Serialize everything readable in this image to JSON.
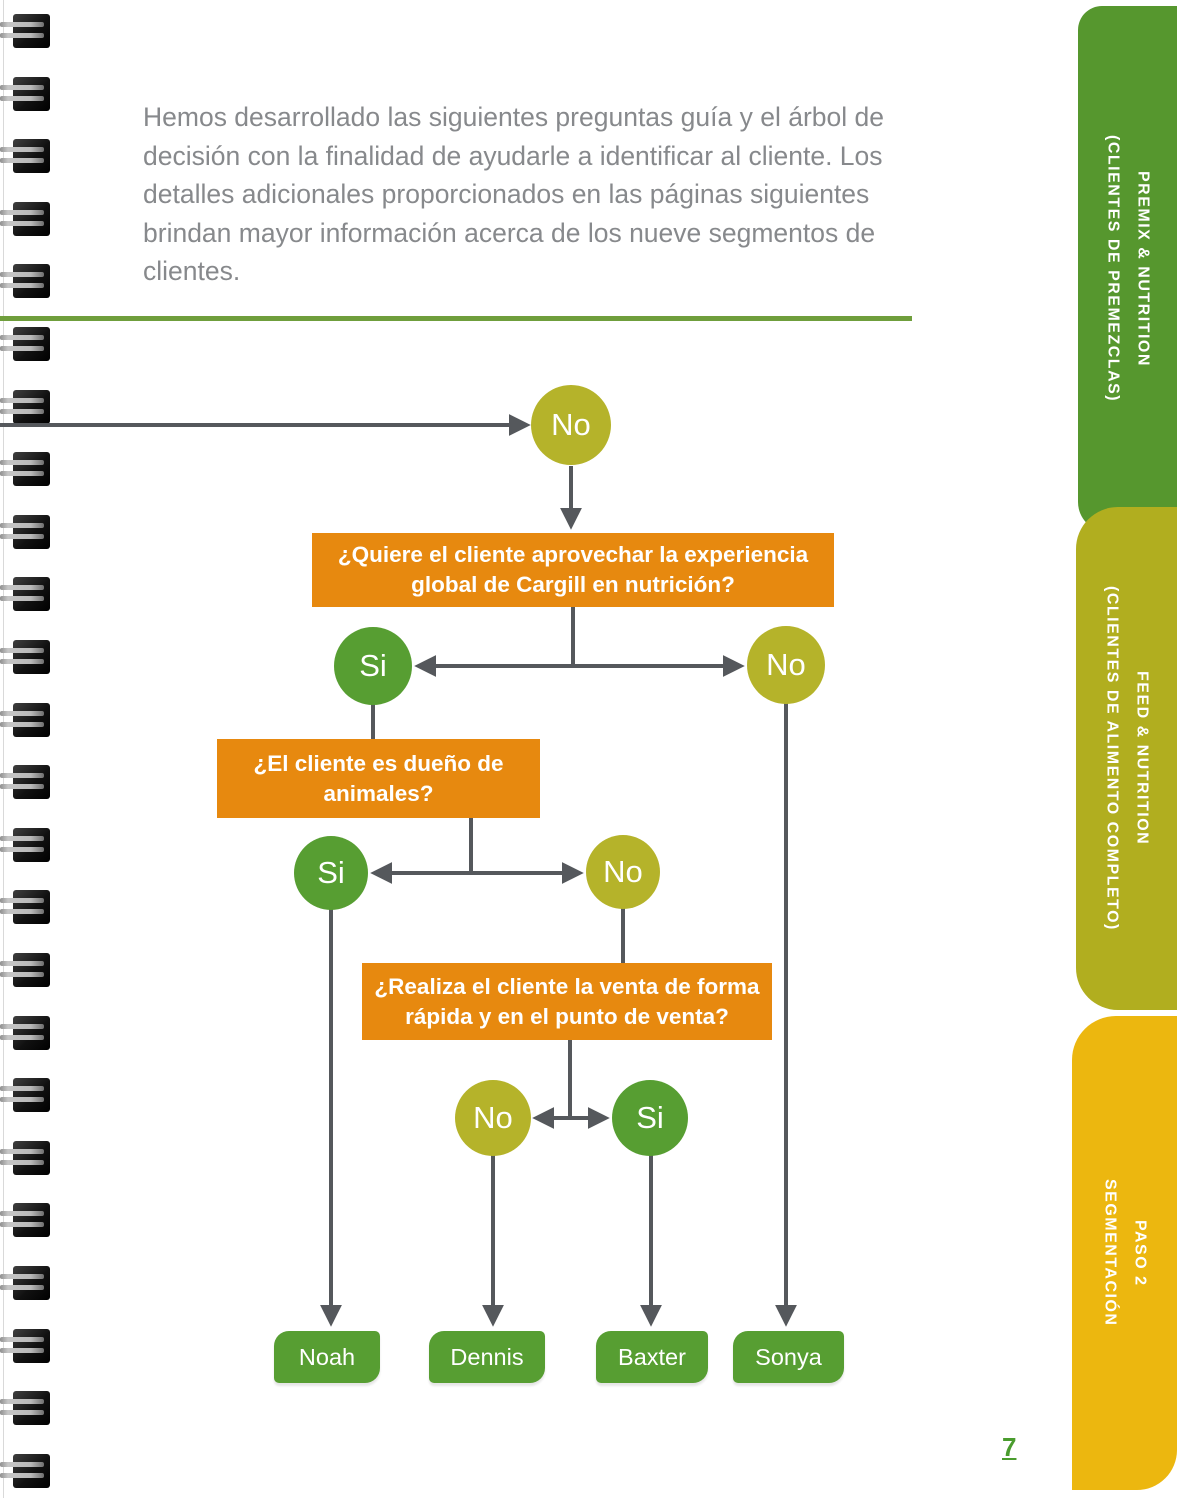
{
  "page": {
    "intro_text": "Hemos desarrollado las siguientes preguntas guía y el árbol de decisión con la finalidad de ayudarle a identificar al cliente. Los detalles adicionales proporcionados en las páginas siguientes brindan mayor información acerca de los nueve segmentos de clientes.",
    "page_number": "7"
  },
  "flowchart": {
    "entry_answer": "No",
    "q1": {
      "line1": "¿Quiere el cliente aprovechar la experiencia",
      "line2": "global de Cargill en nutrición?",
      "yes": "Si",
      "no": "No"
    },
    "q2": {
      "line1": "¿El cliente es dueño de",
      "line2": "animales?",
      "yes": "Si",
      "no": "No"
    },
    "q3": {
      "line1": "¿Realiza el cliente la venta de forma",
      "line2": "rápida y en el punto de venta?",
      "yes": "Si",
      "no": "No"
    },
    "outcomes": {
      "noah": "Noah",
      "dennis": "Dennis",
      "baxter": "Baxter",
      "sonya": "Sonya"
    }
  },
  "sidebar_tabs": [
    {
      "line1": "PREMIX & NUTRITION",
      "line2": "(CLIENTES DE PREMEZCLAS)"
    },
    {
      "line1": "FEED & NUTRITION",
      "line2": "(CLIENTES DE ALIMENTO COMPLETO)"
    },
    {
      "line1": "PASO 2",
      "line2": "SEGMENTACIÓN"
    }
  ],
  "binding": {
    "icon": "spiral-binding-icon",
    "ring_count": 24
  },
  "colors": {
    "orange": "#E7890F",
    "green_dark": "#579E32",
    "olive": "#B5B32A",
    "tab_premix_green": "#56972E",
    "tab_feed_olive": "#B1AE1F",
    "tab_paso2_gold": "#ECB70F",
    "connector_gray": "#55585C",
    "intro_text_gray": "#87898C",
    "divider_green": "#6F9E3C",
    "page_number_green": "#4A9C2E"
  }
}
